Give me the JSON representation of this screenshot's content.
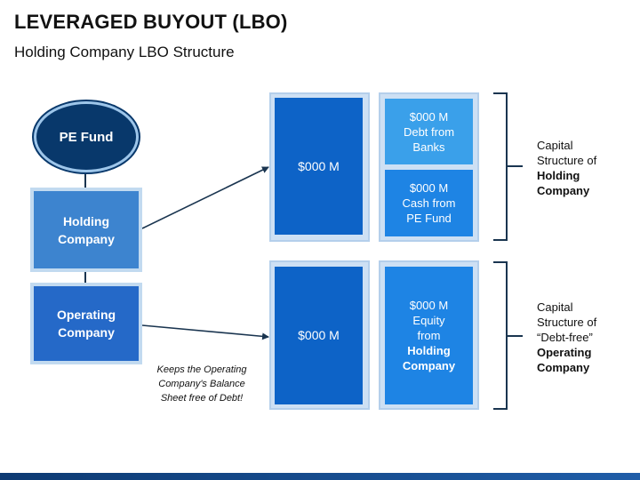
{
  "header": {
    "title": "LEVERAGED BUYOUT (LBO)",
    "subtitle": "Holding Company LBO Structure"
  },
  "left": {
    "pe_fund": "PE Fund",
    "holding": [
      "Holding",
      "Company"
    ],
    "operating": [
      "Operating",
      "Company"
    ],
    "note": [
      "Keeps the Operating",
      "Company's Balance",
      "Sheet free of Debt!"
    ]
  },
  "holding_structure": {
    "amount": "$000 M",
    "debt": [
      "$000 M",
      "Debt from",
      "Banks"
    ],
    "cash": [
      "$000 M",
      "Cash from",
      "PE Fund"
    ],
    "label": [
      "Capital",
      "Structure of",
      "Holding",
      "Company"
    ]
  },
  "operating_structure": {
    "amount": "$000 M",
    "equity": [
      "$000 M",
      "Equity",
      "from",
      "Holding",
      "Company"
    ],
    "label": [
      "Capital",
      "Structure of",
      "“Debt-free”",
      "Operating",
      "Company"
    ]
  },
  "colors": {
    "dark_navy": "#08386b",
    "blue_primary": "#0d63c7",
    "blue_light": "#3aa0ea",
    "panel_bg": "#cde0f4",
    "bracket": "#1a3550"
  }
}
